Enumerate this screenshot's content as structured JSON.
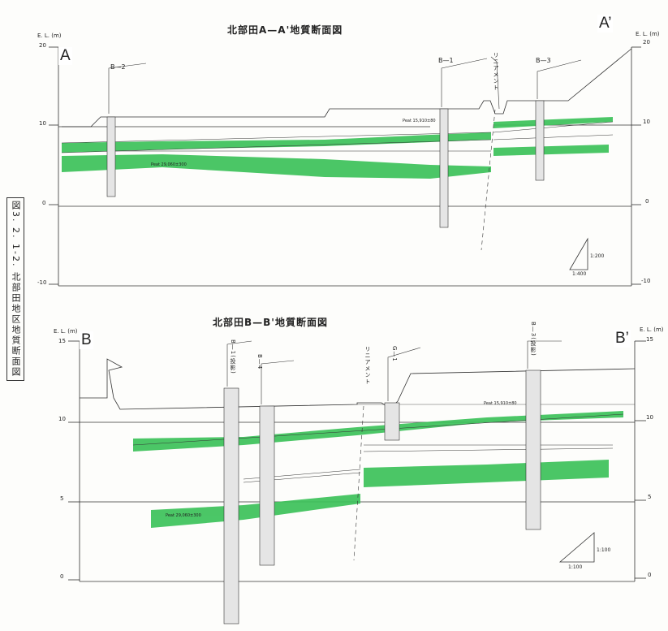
{
  "caption": "図3. 2. 1-2. 北部田地区地質断面図",
  "colors": {
    "clay_green": "#3cc25a",
    "line": "#333333"
  },
  "section_a": {
    "title": "北部田A—A'地質断面図",
    "label_start": "A",
    "label_end": "A’",
    "axis_unit": "E. L. (m)",
    "ticks": [
      "20",
      "10",
      "0",
      "-10"
    ],
    "boreholes": [
      "B—2",
      "B—1",
      "B—3"
    ],
    "lineament": "リニアメント",
    "peat_upper": "Peat 15,910±80",
    "peat_lower": "Peat 29,060±300",
    "scale_h": "1:400",
    "scale_v": "1:200"
  },
  "section_b": {
    "title": "北部田B—B'地質断面図",
    "label_start": "B",
    "label_end": "B’",
    "axis_unit": "E. L. (m)",
    "ticks": [
      "15",
      "10",
      "5",
      "0"
    ],
    "boreholes": [
      "B—1(投影)",
      "B—4",
      "G—1",
      "B—3(投影)"
    ],
    "lineament": "リニアメント",
    "peat_upper": "Peat 15,910±80",
    "peat_lower": "Peat 29,060±300",
    "scale_h": "1:100",
    "scale_v": "1:100"
  }
}
